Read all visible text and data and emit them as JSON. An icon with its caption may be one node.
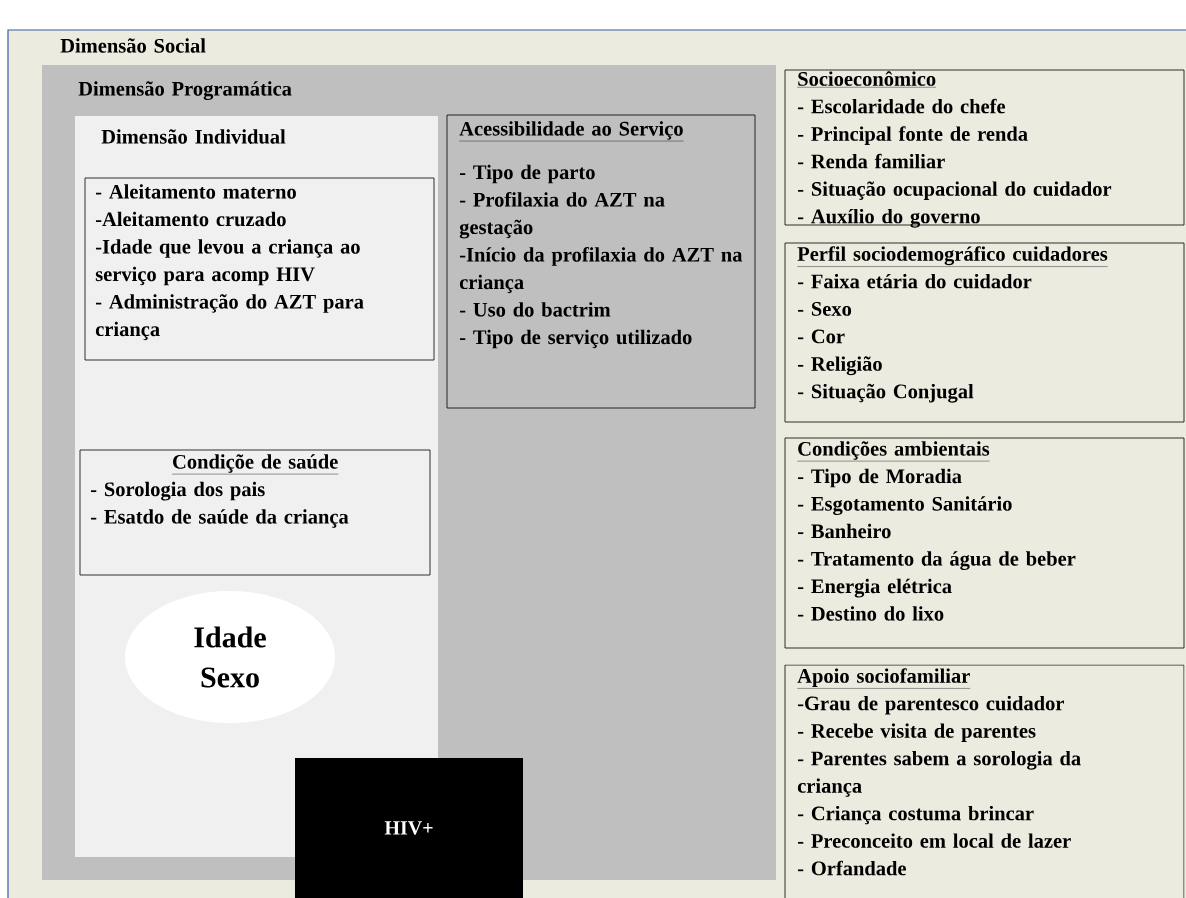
{
  "diagram": {
    "nodes": [
      {
        "text": [
          "Dimensão Social"
        ]
      },
      {
        "text": [
          "Dimensão Programática"
        ],
        "in": 0
      },
      {
        "text": [
          "Dimensão Individual"
        ],
        "in": 1
      },
      {
        "text": [
          "- Aleitamento materno",
          "-Aleitamento cruzado",
          "-Idade que levou a criança ao serviço para acomp HIV",
          "- Administração do AZT para criança"
        ],
        "in": 2
      },
      {
        "text": [
          "Acessibilidade ao Serviço",
          "- Tipo de parto",
          "- Profilaxia do AZT na gestação",
          "-Início da profilaxia do AZT na criança",
          "-  Uso do bactrim",
          "- Tipo de serviço utilizado"
        ],
        "in": 1
      },
      {
        "text": [
          "Condiçõe de saúde",
          "-  Sorologia dos pais",
          "-  Esatdo de saúde  da criança"
        ],
        "in": 2
      },
      {
        "text": [
          "Idade",
          "Sexo"
        ],
        "in": 2
      },
      {
        "text": [
          "HIV+"
        ],
        "in": 0
      },
      {
        "text": [
          "Socioeconômico",
          "- Escolaridade do chefe",
          "- Principal fonte de renda",
          "- Renda familiar",
          "- Situação ocupacional do cuidador",
          "- Auxílio do governo"
        ],
        "in": 0
      },
      {
        "text": [
          "Perfil sociodemográfico cuidadores",
          "- Faixa etária do cuidador",
          "- Sexo",
          "- Cor",
          "- Religião",
          "- Situação Conjugal"
        ],
        "in": 0
      },
      {
        "text": [
          "Condições  ambientais",
          "- Tipo de Moradia",
          "- Esgotamento Sanitário",
          "- Banheiro",
          "- Tratamento da água de beber",
          "- Energia elétrica",
          "- Destino do lixo"
        ],
        "in": 0
      },
      {
        "text": [
          "Apoio sociofamiliar",
          "-Grau de parentesco cuidador",
          "- Recebe visita de parentes",
          "- Parentes sabem a sorologia da criança",
          "- Criança costuma brincar",
          "- Preconceito em local de lazer",
          "- Orfandade"
        ],
        "in": 0
      }
    ],
    "edges": []
  }
}
